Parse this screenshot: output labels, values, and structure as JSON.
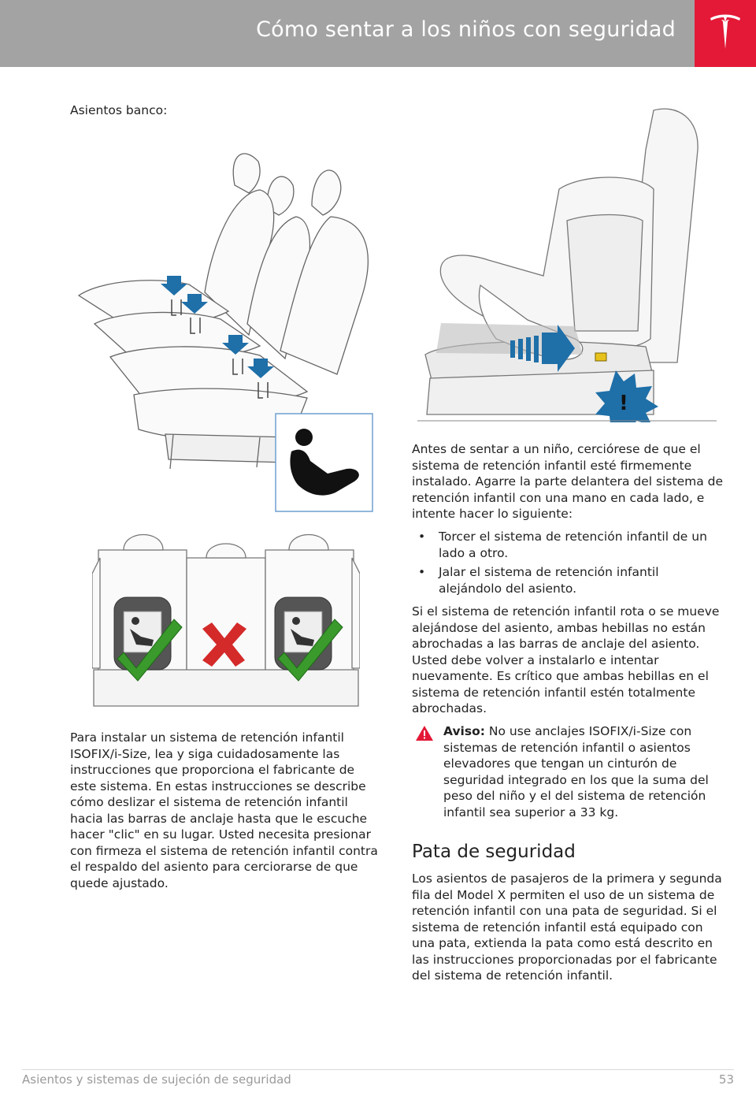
{
  "header": {
    "title": "Cómo sentar a los niños con seguridad"
  },
  "left": {
    "intro_label": "Asientos banco:",
    "paragraph": "Para instalar un sistema de retención infantil ISOFIX/i-Size, lea y siga cuidadosamente las instrucciones que proporciona el fabricante de este sistema. En estas instrucciones se describe cómo deslizar el sistema de retención infantil hacia las barras de anclaje hasta que le escuche hacer \"clic\" en su lugar. Usted necesita presionar con firmeza el sistema de retención infantil contra el respaldo del asiento para cerciorarse de que quede ajustado."
  },
  "right": {
    "paragraph1": "Antes de sentar a un niño, cerciórese de que el sistema de retención infantil esté firmemente instalado. Agarre la parte delantera del sistema de retención infantil con una mano en cada lado, e intente hacer lo siguiente:",
    "bullets": [
      "Torcer el sistema de retención infantil de un lado a otro.",
      "Jalar el sistema de retención infantil alejándolo del asiento."
    ],
    "bullet_symbol": "•",
    "paragraph2": "Si el sistema de retención infantil rota o se mueve alejándose del asiento, ambas hebillas no están abrochadas a las barras de anclaje del asiento. Usted debe volver a instalarlo e intentar nuevamente. Es crítico que ambas hebillas en el sistema de retención infantil estén totalmente abrochadas.",
    "warning": {
      "label": "Aviso:",
      "text": "No use anclajes ISOFIX/i-Size con sistemas de retención infantil o asientos elevadores que tengan un cinturón de seguridad integrado en los que la suma del peso del niño y el del sistema de retención infantil sea superior a 33 kg.",
      "icon": "warning-triangle-icon"
    },
    "section_title": "Pata de seguridad",
    "paragraph3": "Los asientos de pasajeros de la primera y segunda fila del Model X permiten el uso de un sistema de retención infantil con una pata de seguridad. Si el sistema de retención infantil está equipado con una pata, extienda la pata como está descrito en las instrucciones proporcionadas por el fabricante del sistema de retención infantil."
  },
  "footer": {
    "section": "Asientos y sistemas de sujeción de seguridad",
    "page": "53"
  },
  "colors": {
    "header_bg": "#a3a3a3",
    "logo_bg": "#e31937",
    "arrow_blue": "#1f6fa8",
    "check_green": "#3a9a2c",
    "cross_red": "#d42a2a",
    "warning_red": "#e31937"
  }
}
